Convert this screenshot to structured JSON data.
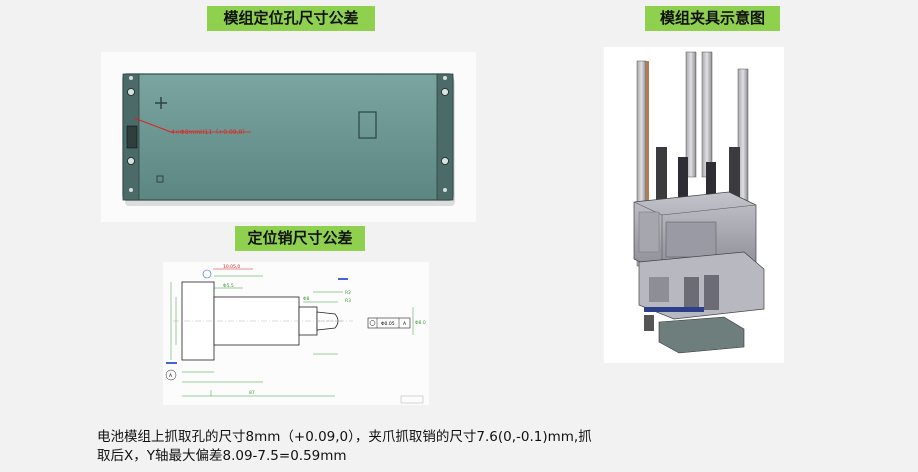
{
  "labels": {
    "module_hole_tolerance": "模组定位孔尺寸公差",
    "pin_tolerance": "定位销尺寸公差",
    "gripper_diagram": "模组夹具示意图"
  },
  "module_drawing": {
    "hole_callout": "4×Φ8mmH11（+0.09,0）"
  },
  "pin_drawing": {
    "callouts": [
      "10.05,0",
      "Φ5.5",
      "Φ8",
      "Φ8.0",
      "Φ0.05",
      "A",
      "87",
      "R2",
      "R3",
      "A"
    ]
  },
  "caption": {
    "line1": "电池模组上抓取孔的尺寸8mm（+0.09,0），夹爪抓取销的尺寸7.6(0,-0.1)mm,抓",
    "line2": "取后X，Y轴最大偏差8.09-7.5=0.59mm"
  },
  "colors": {
    "label_bg": "#8fd14f",
    "module_body": "#6f9a96",
    "callout_red": "#e02020"
  }
}
